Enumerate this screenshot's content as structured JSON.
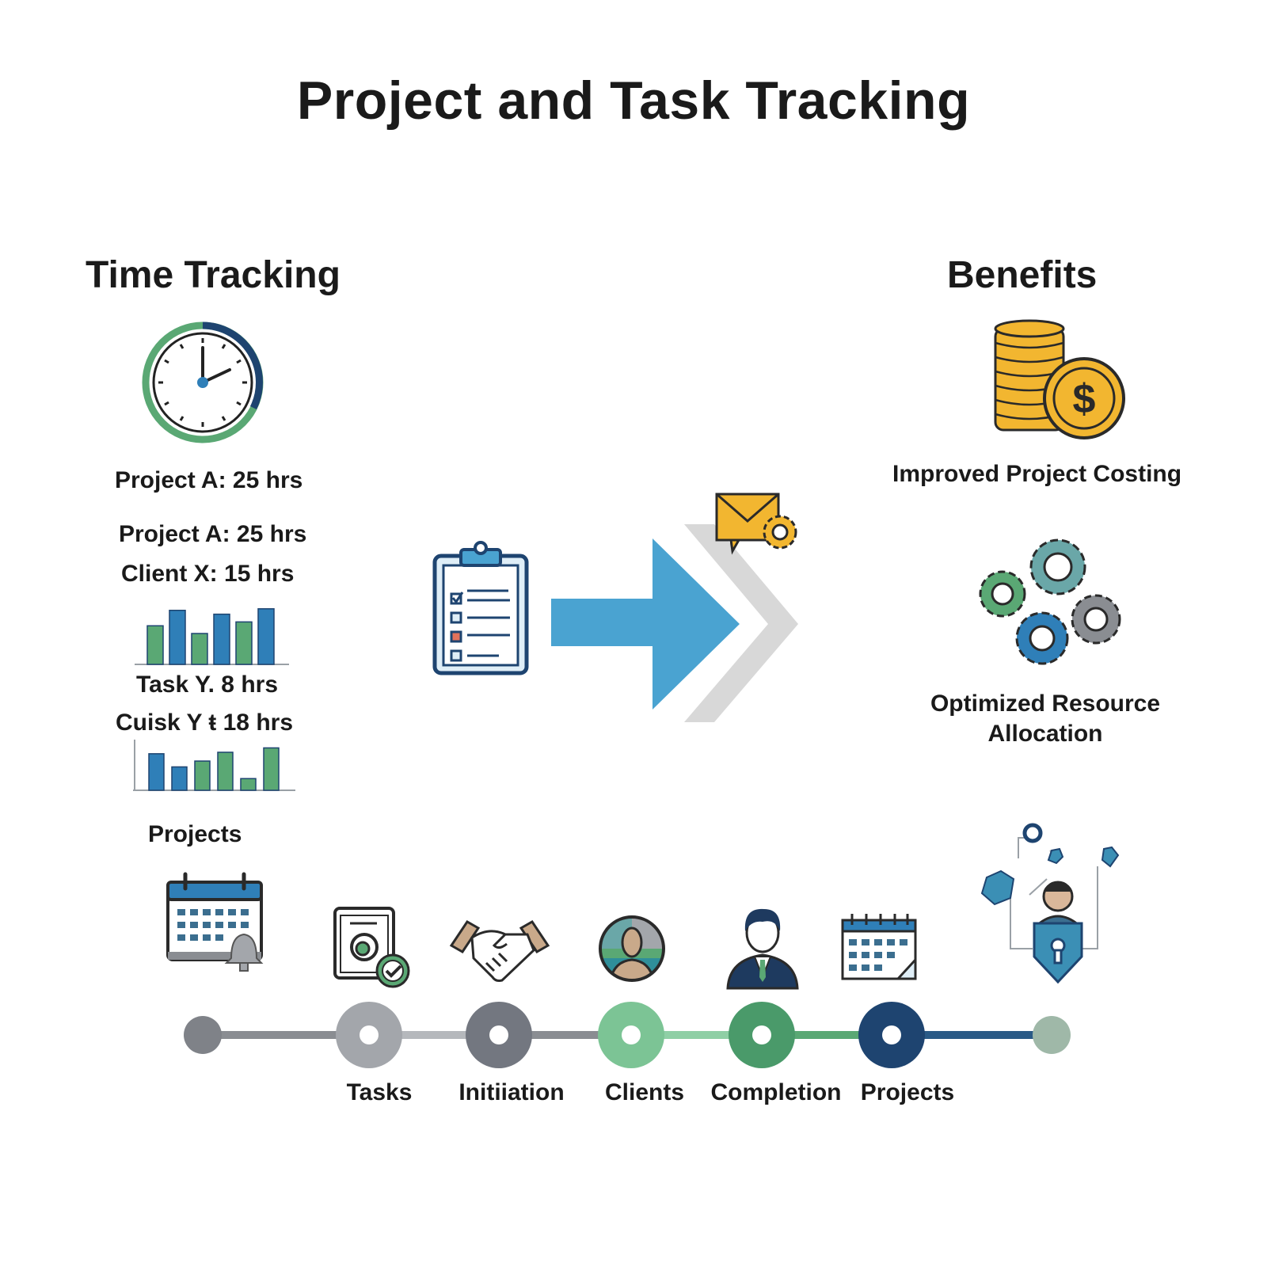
{
  "title": "Project and Task Tracking",
  "time_tracking": {
    "heading": "Time Tracking",
    "entries": [
      "Project A: 25 hrs",
      "Project A: 25 hrs",
      "Client X: 15 hrs",
      "Task Y. 8 hrs",
      "Cuisk Y ŧ  18 hrs"
    ],
    "mini_chart_1": {
      "values": [
        5,
        7,
        4,
        6.5,
        5.5,
        7.2
      ],
      "colors": [
        "#5aa874",
        "#2f7fb8",
        "#5aa874",
        "#2f7fb8",
        "#5aa874",
        "#2f7fb8"
      ]
    },
    "mini_chart_2": {
      "values": [
        5,
        3.2,
        4,
        5.2,
        1.6,
        5.8
      ],
      "colors": [
        "#2f7fb8",
        "#2f7fb8",
        "#5aa874",
        "#5aa874",
        "#5aa874",
        "#5aa874"
      ]
    },
    "projects_label": "Projects"
  },
  "benefits": {
    "heading": "Benefits",
    "items": [
      {
        "label": "Improved Project Costing",
        "icon": "coins-icon"
      },
      {
        "label_line1": "Optimized Resource",
        "label_line2": "Allocation",
        "icon": "gears-icon"
      },
      {
        "icon": "user-network-icon"
      }
    ]
  },
  "timeline": {
    "steps": [
      {
        "label": "Tasks",
        "icon": "task-checklist-icon",
        "color": "#a3a6ab"
      },
      {
        "label": "Initiiation",
        "icon": "handshake-icon",
        "color": "#737780"
      },
      {
        "label": "Clients",
        "icon": "client-avatar-icon",
        "color": "#7cc495"
      },
      {
        "label": "Completion",
        "icon": "businessman-icon",
        "color": "#4a9a6a"
      },
      {
        "label": "Projects",
        "icon": "calendar-icon",
        "color": "#1e4470"
      }
    ],
    "start_color": "#7f8288",
    "end_color": "#9fb8a8"
  },
  "colors": {
    "blue": "#2f7fb8",
    "green": "#5aa874",
    "arrow_blue": "#4aa3d1",
    "gold": "#f2b630",
    "navy": "#1e4470"
  }
}
